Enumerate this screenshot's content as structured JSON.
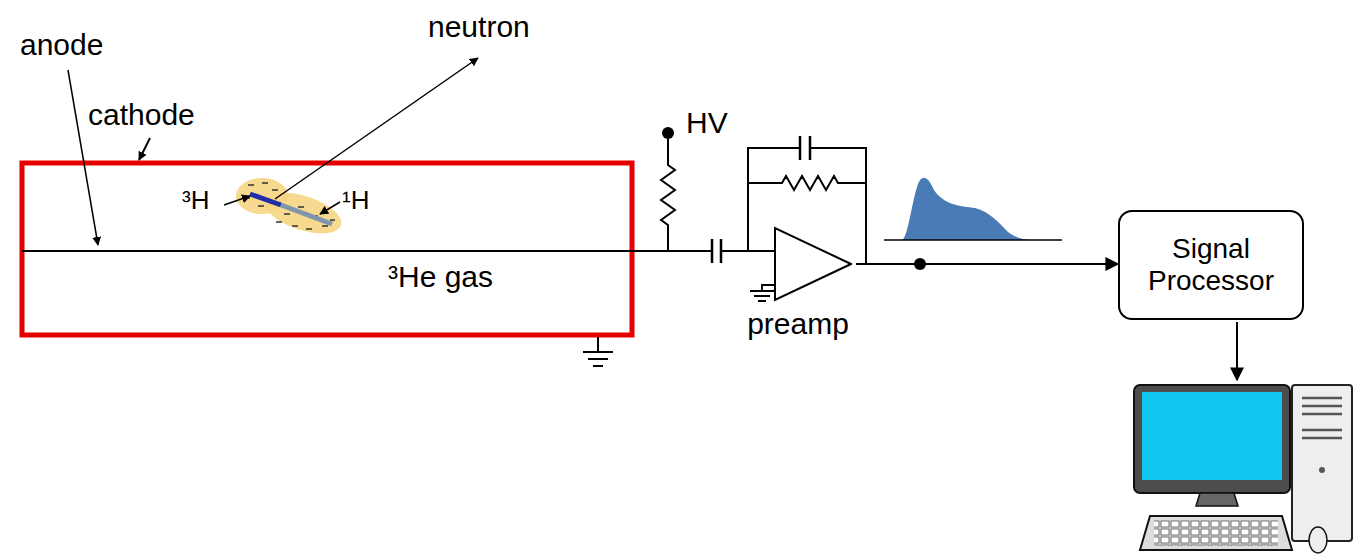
{
  "diagram": {
    "nodes": [
      {
        "text": [
          "preamp"
        ]
      },
      {
        "text": [
          "Signal Processor"
        ]
      }
    ],
    "edges": [
      {
        "from": 0,
        "to": 1,
        "arrow": "to"
      }
    ],
    "labels": [
      "anode",
      "neutron",
      "cathode",
      "HV",
      "³H",
      "¹H",
      "³He gas"
    ]
  }
}
